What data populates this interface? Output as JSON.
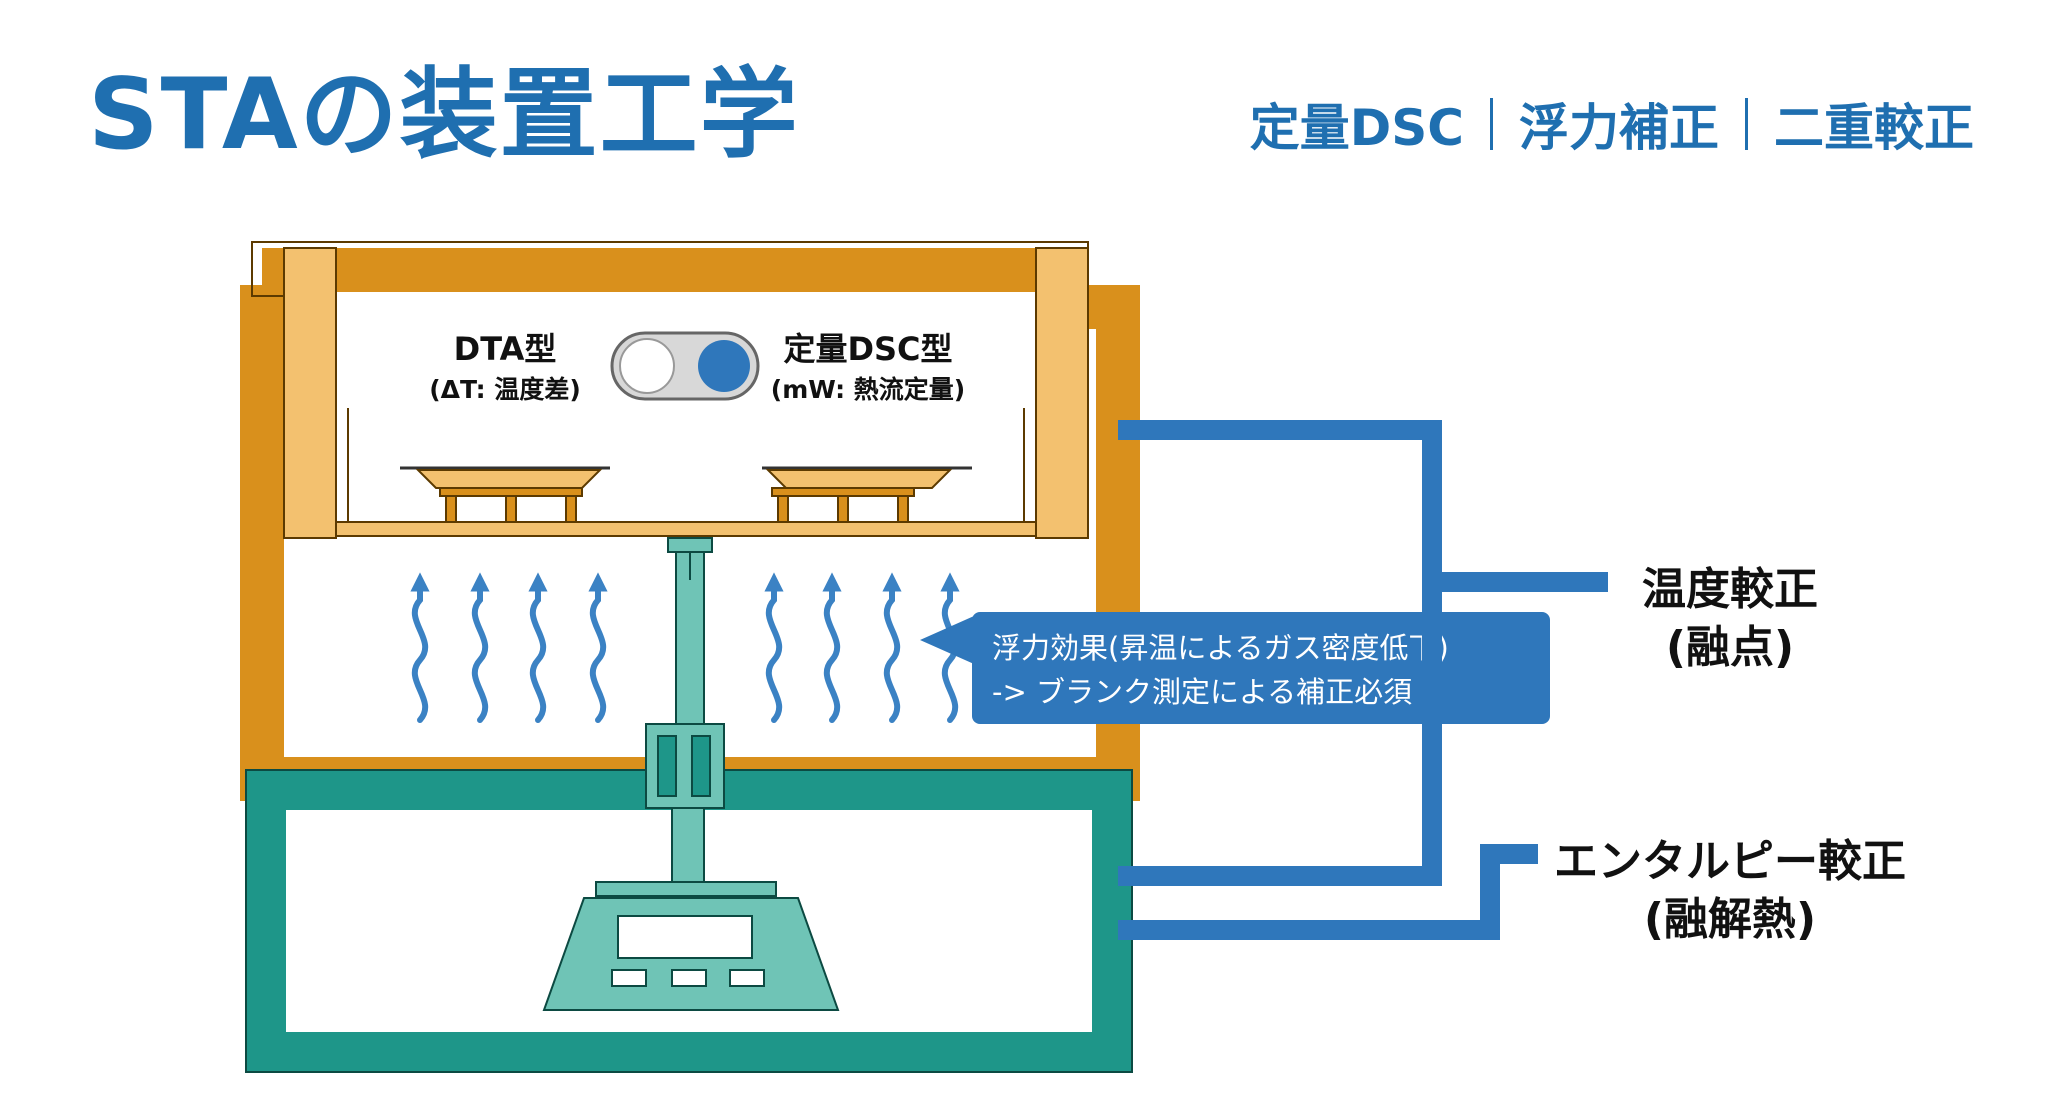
{
  "title": "STAの装置工学",
  "tags": [
    "定量DSC",
    "浮力補正",
    "二重較正"
  ],
  "modes": {
    "left": {
      "label": "DTA型",
      "sub": "(ΔT: 温度差)"
    },
    "right": {
      "label": "定量DSC型",
      "sub": "(mW: 熱流定量)"
    },
    "toggle_state": "right"
  },
  "callout": {
    "line1": "浮力効果(昇温によるガス密度低下)",
    "line2": "-> ブランク測定による補正必須"
  },
  "calibrations": [
    {
      "label": "温度較正",
      "sub": "(融点)"
    },
    {
      "label": "エンタルピー較正",
      "sub": "(融解熱)"
    }
  ],
  "colors": {
    "primary_blue": "#1f6fb0",
    "furnace_orange": "#d9901c",
    "furnace_light": "#f3c16f",
    "balance_teal": "#1e9689",
    "balance_light": "#6fc4b6",
    "arrow_blue": "#3b82c4",
    "callout_bg": "#2f77bb"
  },
  "icons": [
    "toggle-switch-icon",
    "sample-crucible-icon",
    "reference-crucible-icon",
    "rising-gas-arrow-icon",
    "balance-icon"
  ]
}
